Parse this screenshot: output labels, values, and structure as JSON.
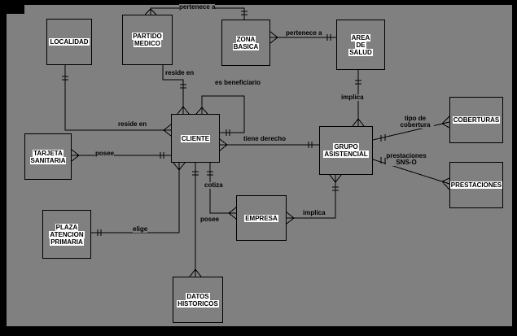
{
  "colors": {
    "background": "#808080",
    "frame": "#000000",
    "line": "#000000",
    "entity_fill": "#808080",
    "entity_border": "#000000",
    "entity_label_bg": "#ffffff",
    "text": "#000000"
  },
  "diagram": {
    "entities": [
      {
        "name": "localidad",
        "lines": [
          "LOCALIDAD"
        ]
      },
      {
        "name": "partido-medico",
        "lines": [
          "PARTIDO",
          "MEDICO"
        ]
      },
      {
        "name": "zona-basica",
        "lines": [
          "ZONA",
          "BASICA"
        ]
      },
      {
        "name": "area-de-salud",
        "lines": [
          "AREA",
          "DE",
          "SALUD"
        ]
      },
      {
        "name": "cliente",
        "lines": [
          "CLIENTE"
        ]
      },
      {
        "name": "tarjeta-sanitaria",
        "lines": [
          "TARJETA",
          "SANITARIA"
        ]
      },
      {
        "name": "grupo-asistencial",
        "lines": [
          "GRUPO",
          "ASISTENCIAL"
        ]
      },
      {
        "name": "coberturas",
        "lines": [
          "COBERTURAS"
        ]
      },
      {
        "name": "prestaciones",
        "lines": [
          "PRESTACIONES"
        ]
      },
      {
        "name": "plaza-atencion-primaria",
        "lines": [
          "PLAZA",
          "ATENCION",
          "PRIMARIA"
        ]
      },
      {
        "name": "empresa",
        "lines": [
          "EMPRESA"
        ]
      },
      {
        "name": "datos-historicos",
        "lines": [
          "DATOS",
          "HISTORICOS"
        ]
      }
    ],
    "relations": [
      {
        "name": "pertenece-a-partido-zona",
        "lines": [
          "pertenece a"
        ]
      },
      {
        "name": "pertenece-a-zona-area",
        "lines": [
          "pertenece a"
        ]
      },
      {
        "name": "reside-en-partido",
        "lines": [
          "reside en"
        ]
      },
      {
        "name": "es-beneficiario",
        "lines": [
          "es beneficiario"
        ]
      },
      {
        "name": "reside-en-localidad",
        "lines": [
          "reside en"
        ]
      },
      {
        "name": "posee-tarjeta",
        "lines": [
          "posee"
        ]
      },
      {
        "name": "tiene-derecho",
        "lines": [
          "tiene derecho"
        ]
      },
      {
        "name": "implica-area",
        "lines": [
          "implica"
        ]
      },
      {
        "name": "tipo-de-cobertura",
        "lines": [
          "tipo de",
          "cobertura"
        ]
      },
      {
        "name": "prestaciones-sns-o",
        "lines": [
          "prestaciones",
          "SNS-O"
        ]
      },
      {
        "name": "cotiza",
        "lines": [
          "cotiza"
        ]
      },
      {
        "name": "posee-datos",
        "lines": [
          "posee"
        ]
      },
      {
        "name": "implica-empresa",
        "lines": [
          "implica"
        ]
      },
      {
        "name": "elige",
        "lines": [
          "elige"
        ]
      }
    ]
  }
}
